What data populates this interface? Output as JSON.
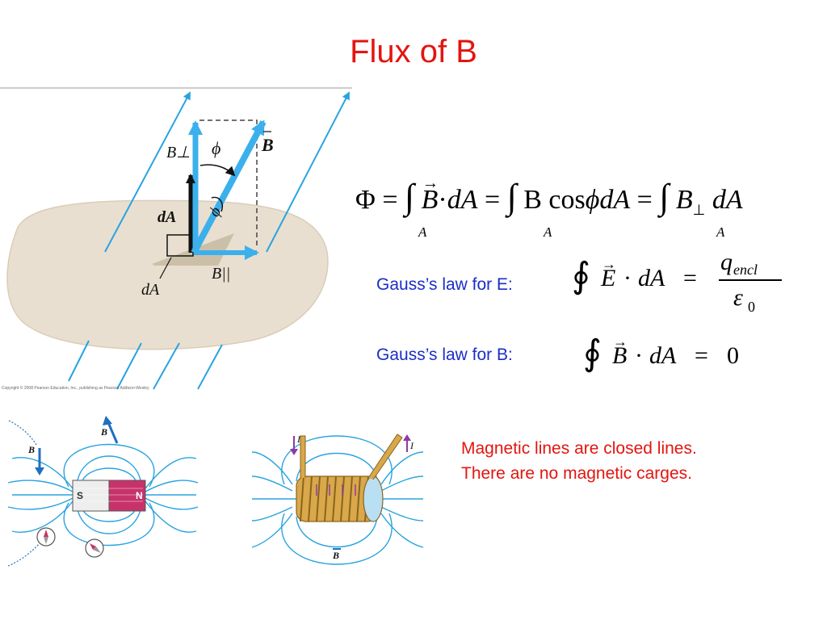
{
  "slide": {
    "title": "Flux of B"
  },
  "figure_top": {
    "label_b_perp": "B⊥",
    "label_phi_top": "ϕ",
    "label_b_vec": "B",
    "label_dA_vec": "dA",
    "label_phi_mid": "ϕ",
    "label_b_par": "B||",
    "label_dA": "dA",
    "copyright": "Copyright © 2008 Pearson Education, Inc., publishing as Pearson Addison-Wesley"
  },
  "equations": {
    "flux": {
      "phi": "Φ",
      "eq": "=",
      "int": "∫",
      "B": "B",
      "dot": "·",
      "dA": "dA",
      "Bcos": "B cos",
      "phi_small": "ϕ",
      "dA2": "dA",
      "B_perp": "B",
      "perp": "⊥",
      "dA3": "dA",
      "subscript": "A"
    },
    "gauss_e": {
      "label": "Gauss’s law for E:",
      "oint": "∮",
      "E": "E",
      "dot": "·",
      "dA": "dA",
      "eq": "=",
      "q": "q",
      "q_sub": "encl",
      "eps": "ε",
      "eps_sub": "0"
    },
    "gauss_b": {
      "label": "Gauss’s law for B:",
      "oint": "∮",
      "B": "B",
      "dot": "·",
      "dA": "dA",
      "eq": "=",
      "zero": "0"
    }
  },
  "figure_bar": {
    "B_label_left": "B",
    "B_label_top": "B",
    "pole_s": "S",
    "pole_n": "N"
  },
  "figure_solenoid": {
    "I_left": "I",
    "I_right": "I",
    "B_label": "B"
  },
  "notes": {
    "line1": "Magnetic lines are closed lines.",
    "line2": "There are no magnetic carges."
  },
  "colors": {
    "title_red": "#e3150f",
    "label_blue": "#1a2ec8",
    "field_line_blue": "#29a3e0",
    "surface_tan": "#e9dfd0"
  }
}
